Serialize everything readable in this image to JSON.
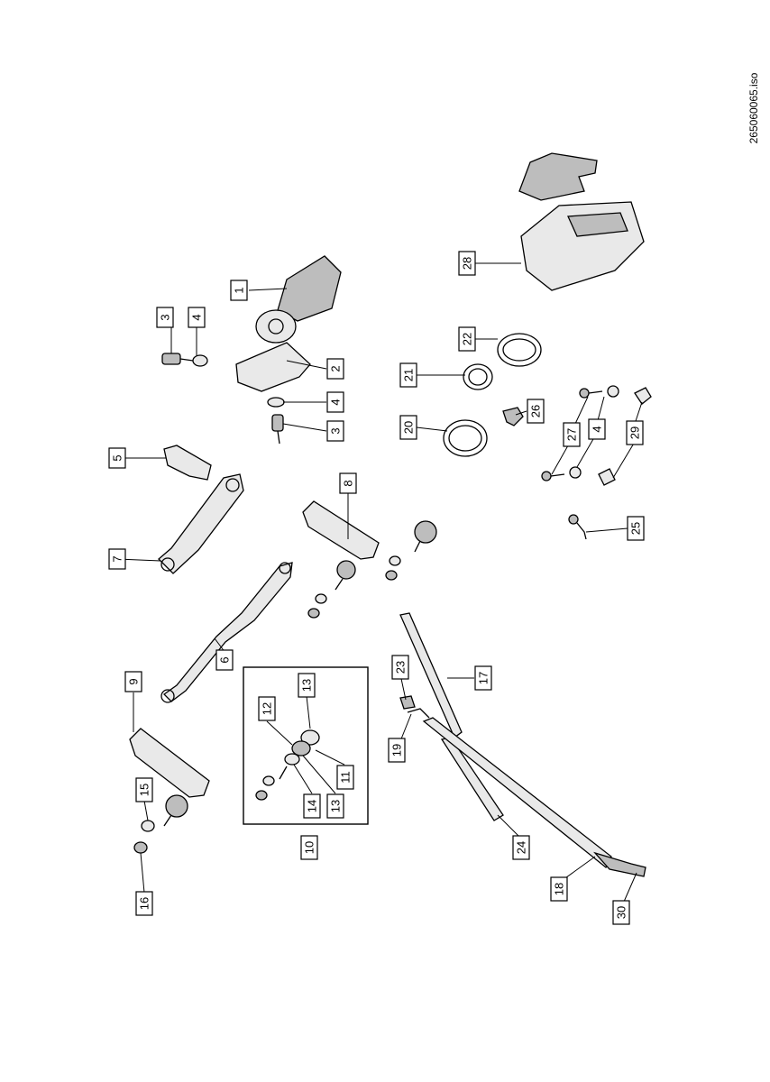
{
  "document_id": "265060065.iso",
  "callouts": {
    "c1": "1",
    "c2": "2",
    "c3a": "3",
    "c3b": "3",
    "c4a": "4",
    "c4b": "4",
    "c4c": "4",
    "c5": "5",
    "c6": "6",
    "c7": "7",
    "c8": "8",
    "c9": "9",
    "c10": "10",
    "c11": "11",
    "c12": "12",
    "c13a": "13",
    "c13b": "13",
    "c14": "14",
    "c15": "15",
    "c16": "16",
    "c17": "17",
    "c18": "18",
    "c19": "19",
    "c20": "20",
    "c21": "21",
    "c22": "22",
    "c23": "23",
    "c24": "24",
    "c25": "25",
    "c26": "26",
    "c27": "27",
    "c28": "28",
    "c29": "29",
    "c30": "30"
  }
}
